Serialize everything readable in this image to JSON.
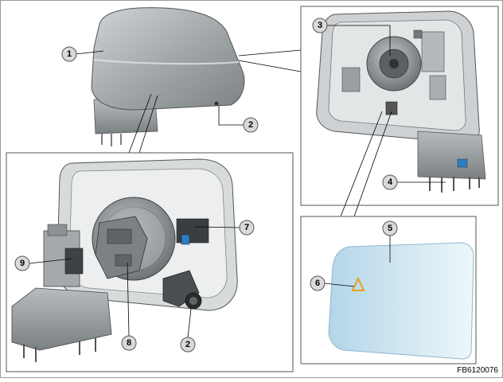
{
  "figure": {
    "code": "FB6120076",
    "callouts": [
      {
        "num": "1",
        "part": "mirror-housing-cover"
      },
      {
        "num": "2",
        "part": "exterior-mirror-component"
      },
      {
        "num": "3",
        "part": "mirror-glass-adjustment-drive"
      },
      {
        "num": "4",
        "part": "mirror-base-connectors"
      },
      {
        "num": "5",
        "part": "mirror-glass"
      },
      {
        "num": "6",
        "part": "blind-spot-warning-indicator"
      },
      {
        "num": "7",
        "part": "electrical-component"
      },
      {
        "num": "8",
        "part": "adjustment-motor"
      },
      {
        "num": "9",
        "part": "fold-in-drive"
      },
      {
        "num": "2",
        "part": "exterior-mirror-component-lower"
      }
    ]
  },
  "colors": {
    "housing": "#9ea4a6",
    "frame": "#c9cdcf",
    "motor": "#8e9396",
    "glass_start": "#b6d8ea",
    "glass_end": "#eef7fb",
    "indicator": "#e8a21a",
    "panel_border": "#555555"
  }
}
